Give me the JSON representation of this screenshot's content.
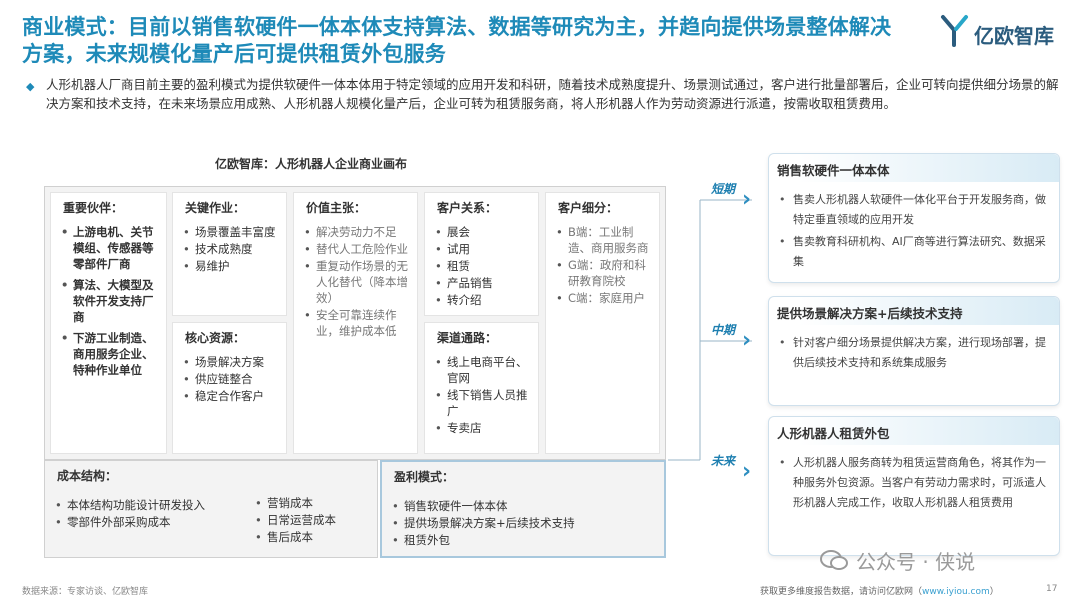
{
  "header": {
    "title": "商业模式：目前以销售软硬件一体本体支持算法、数据等研究为主，并趋向提供场景整体解决方案，未来规模化量产后可提供租赁外包服务",
    "logo_text": "亿欧智库"
  },
  "intro": "人形机器人厂商目前主要的盈利模式为提供软硬件一体本体用于特定领域的应用开发和科研，随着技术成熟度提升、场景测试通过，客户进行批量部署后，企业可转向提供细分场景的解决方案和技术支持，在未来场景应用成熟、人形机器人规模化量产后，企业可转为租赁服务商，将人形机器人作为劳动资源进行派遣，按需收取租赁费用。",
  "canvas": {
    "title": "亿欧智库：人形机器人企业商业画布",
    "partners": {
      "header": "重要伙伴：",
      "items": [
        "上游电机、关节模组、传感器等零部件厂商",
        "算法、大模型及软件开发支持厂商",
        "下游工业制造、商用服务企业、特种作业单位"
      ]
    },
    "activities": {
      "header": "关键作业：",
      "items": [
        "场景覆盖丰富度",
        "技术成熟度",
        "易维护"
      ]
    },
    "resources": {
      "header": "核心资源：",
      "items": [
        "场景解决方案",
        "供应链整合",
        "稳定合作客户"
      ]
    },
    "value": {
      "header": "价值主张：",
      "items": [
        "解决劳动力不足",
        "替代人工危险作业",
        "重复动作场景的无人化替代（降本增效）",
        "安全可靠连续作业，维护成本低"
      ]
    },
    "relations": {
      "header": "客户关系：",
      "items": [
        "展会",
        "试用",
        "租赁",
        "产品销售",
        "转介绍"
      ]
    },
    "channels": {
      "header": "渠道通路：",
      "items": [
        "线上电商平台、官网",
        "线下销售人员推广",
        "专卖店"
      ]
    },
    "segments": {
      "header": "客户细分：",
      "items": [
        "B端：工业制造、商用服务商",
        "G端：政府和科研教育院校",
        "C端：家庭用户"
      ]
    },
    "cost": {
      "header": "成本结构：",
      "items_left": [
        "本体结构功能设计研发投入",
        "零部件外部采购成本"
      ],
      "items_right": [
        "营销成本",
        "日常运营成本",
        "售后成本"
      ]
    },
    "revenue": {
      "header": "盈利模式：",
      "items": [
        "销售软硬件一体本体",
        "提供场景解决方案+后续技术支持",
        "租赁外包"
      ]
    }
  },
  "stages": [
    {
      "label": "短期",
      "card_title": "销售软硬件一体本体",
      "items": [
        "售卖人形机器人软硬件一体化平台于开发服务商，做特定垂直领域的应用开发",
        "售卖教育科研机构、AI厂商等进行算法研究、数据采集"
      ]
    },
    {
      "label": "中期",
      "card_title": "提供场景解决方案+后续技术支持",
      "items": [
        "针对客户细分场景提供解决方案，进行现场部署，提供后续技术支持和系统集成服务"
      ]
    },
    {
      "label": "未来",
      "card_title": "人形机器人租赁外包",
      "items": [
        "人形机器人服务商转为租赁运营商角色，将其作为一种服务外包资源。当客户有劳动力需求时，可派遣人形机器人完成工作，收取人形机器人租赁费用"
      ]
    }
  ],
  "footer": {
    "source": "数据来源：专家访谈、亿欧智库",
    "more_info": "获取更多维度报告数据，请访问亿欧网（",
    "url": "www.iyiou.com",
    "more_info_end": "）",
    "page": "17",
    "watermark": "公众号 · 侠说"
  },
  "colors": {
    "title": "#1e8ab8",
    "accent": "#2d8ec0",
    "box_bg": "#f3f3f3"
  }
}
